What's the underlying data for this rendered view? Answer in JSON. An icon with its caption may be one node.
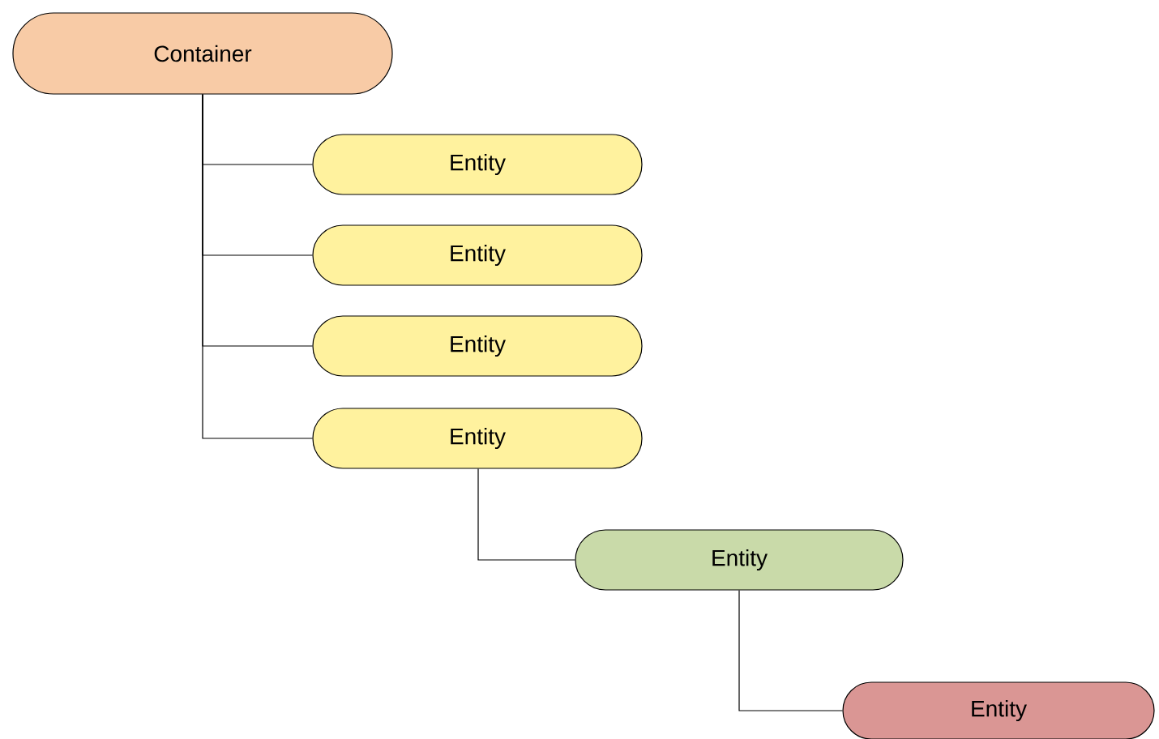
{
  "diagram": {
    "nodes": [
      {
        "text": [
          "Container"
        ]
      },
      {
        "text": [
          "Entity"
        ]
      },
      {
        "text": [
          "Entity"
        ]
      },
      {
        "text": [
          "Entity"
        ]
      },
      {
        "text": [
          "Entity"
        ]
      },
      {
        "text": [
          "Entity"
        ]
      },
      {
        "text": [
          "Entity"
        ]
      }
    ],
    "edges": [
      {
        "from": 0,
        "to": 1,
        "arrow": "none"
      },
      {
        "from": 0,
        "to": 2,
        "arrow": "none"
      },
      {
        "from": 0,
        "to": 3,
        "arrow": "none"
      },
      {
        "from": 0,
        "to": 4,
        "arrow": "none"
      },
      {
        "from": 4,
        "to": 5,
        "arrow": "none"
      },
      {
        "from": 5,
        "to": 6,
        "arrow": "none"
      }
    ]
  }
}
